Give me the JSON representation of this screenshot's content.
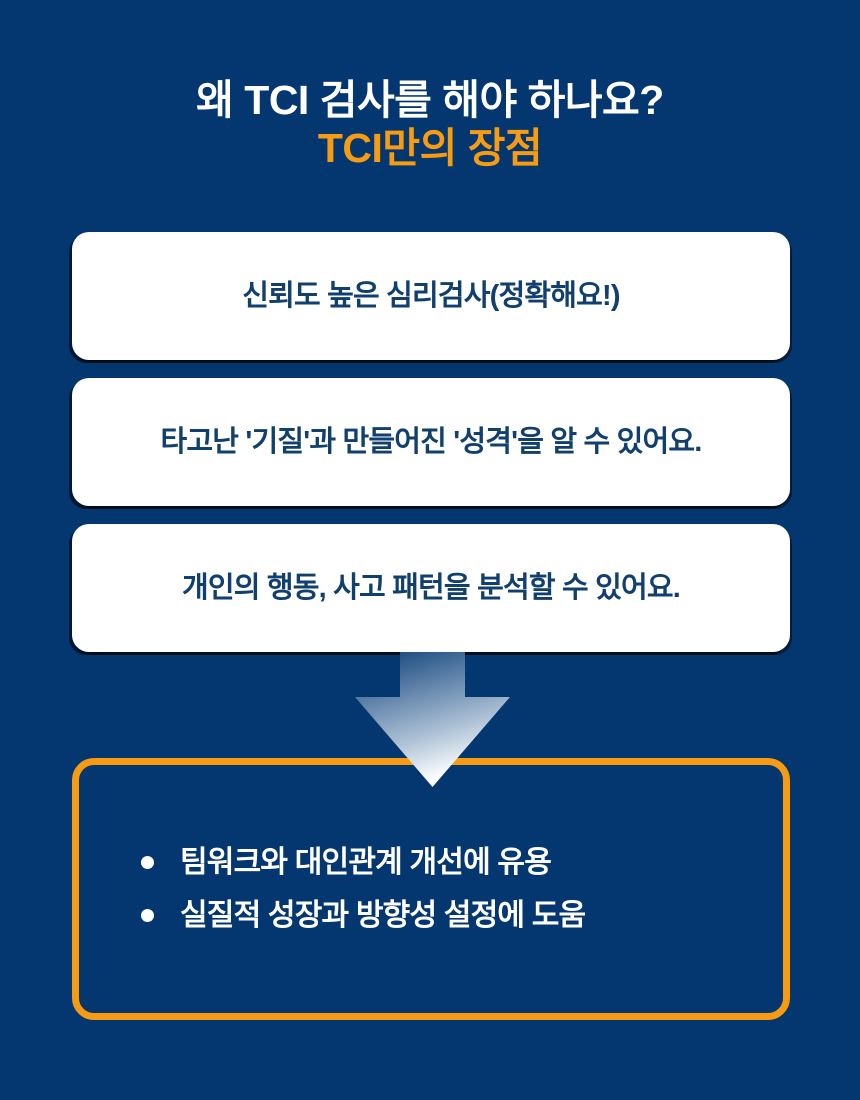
{
  "theme": {
    "background": "#04376f",
    "accent_orange": "#f79b12",
    "card_background": "#ffffff",
    "card_text": "#11406f",
    "highlight_text": "#ffffff"
  },
  "title": {
    "line1": "왜 TCI 검사를 해야 하나요?",
    "line2": "TCI만의 장점"
  },
  "cards": [
    {
      "text": "신뢰도 높은 심리검사(정확해요!)"
    },
    {
      "text": "타고난 '기질'과 만들어진 '성격'을 알 수 있어요."
    },
    {
      "text": "개인의 행동, 사고 패턴을 분석할 수 있어요."
    }
  ],
  "arrow": {
    "icon": "arrow-down-icon",
    "direction": "down",
    "gradient_from": "#0a3d74",
    "gradient_to": "#ffffff"
  },
  "highlight": {
    "bullets": [
      {
        "text": "팀워크와 대인관계 개선에 유용"
      },
      {
        "text": "실질적 성장과 방향성 설정에 도움"
      }
    ]
  }
}
